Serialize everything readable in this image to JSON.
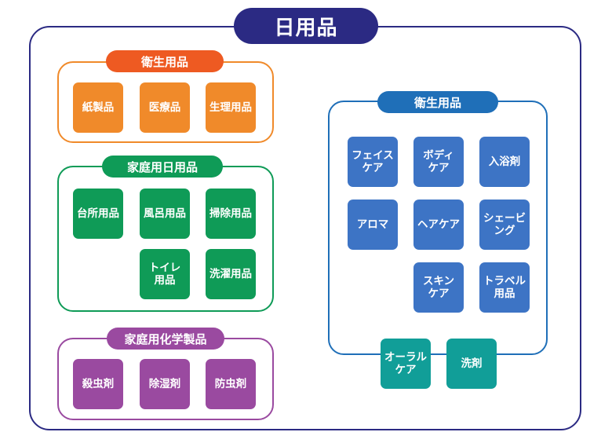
{
  "title": "日用品",
  "groups": {
    "hygiene_left": {
      "title": "衛生用品",
      "color": "#f08a2a",
      "pill_color": "#ee5a22",
      "items": [
        "紙製品",
        "医療品",
        "生理用品"
      ]
    },
    "household": {
      "title": "家庭用日用品",
      "color": "#0f9b57",
      "items": [
        "台所用品",
        "風呂用品",
        "掃除用品",
        "トイレ\n用品",
        "洗濯用品"
      ]
    },
    "chemical": {
      "title": "家庭用化学製品",
      "color": "#9a4aa0",
      "items": [
        "殺虫剤",
        "除湿剤",
        "防虫剤"
      ]
    },
    "hygiene_right": {
      "title": "衛生用品",
      "color": "#1f6fb8",
      "box_color": "#3d74c5",
      "items": [
        "フェイス\nケア",
        "ボディ\nケア",
        "入浴剤",
        "アロマ",
        "ヘアケア",
        "シェービ\nング",
        "スキン\nケア",
        "トラベル\n用品"
      ],
      "extra_color": "#119e98",
      "extras": [
        "オーラル\nケア",
        "洗剤"
      ]
    }
  }
}
